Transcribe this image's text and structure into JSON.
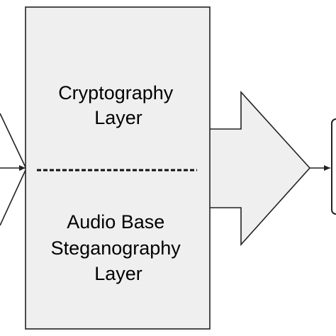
{
  "diagram": {
    "box": {
      "top_label_lines": [
        "Cryptography",
        "Layer"
      ],
      "bottom_label_lines": [
        "Audio Base",
        "Steganography",
        "Layer"
      ]
    },
    "colors": {
      "fill": "#efefef",
      "stroke": "#222222",
      "text": "#000000"
    }
  }
}
